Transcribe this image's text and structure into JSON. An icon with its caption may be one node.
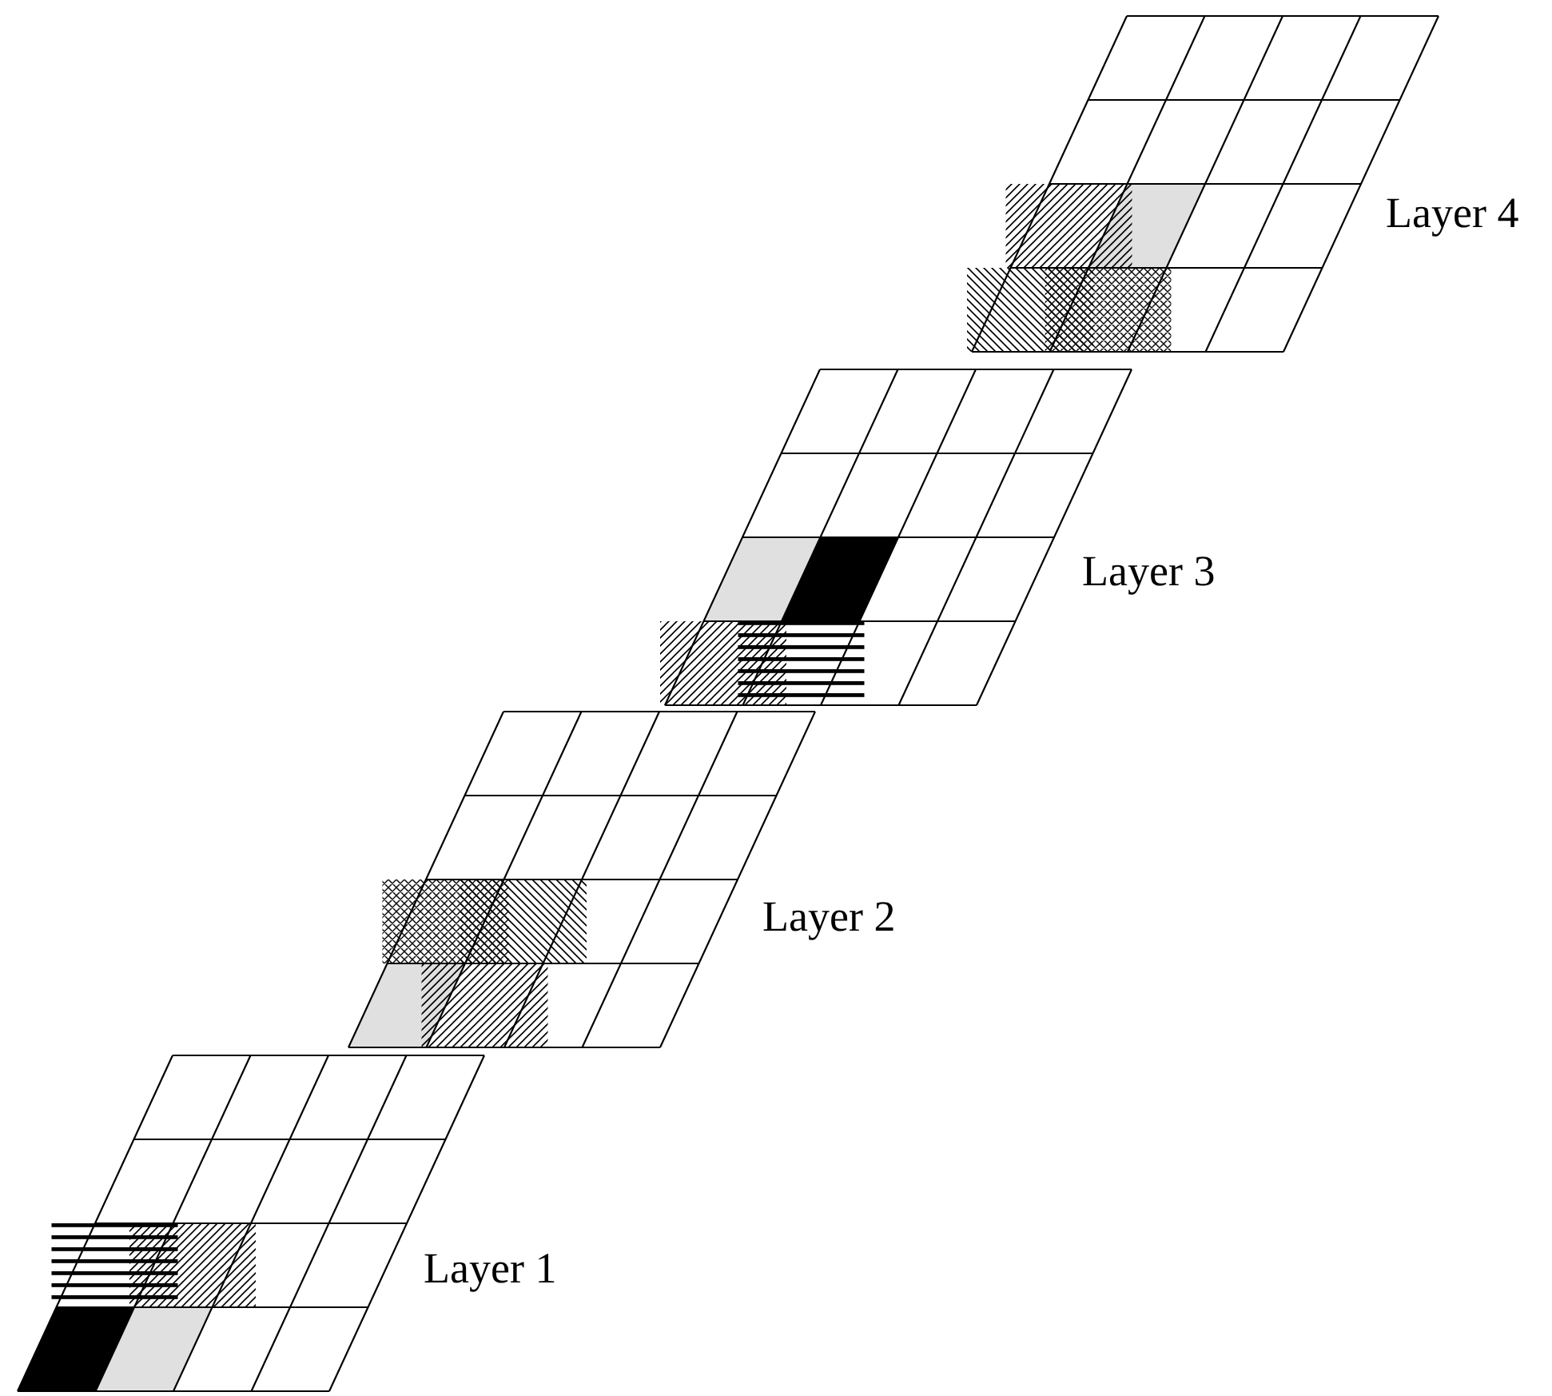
{
  "diagram": {
    "nodes": [
      {
        "text": [
          "Layer 4"
        ]
      },
      {
        "text": [
          "Layer 3"
        ]
      },
      {
        "text": [
          "Layer 2"
        ]
      },
      {
        "text": [
          "Layer 1"
        ]
      }
    ]
  }
}
